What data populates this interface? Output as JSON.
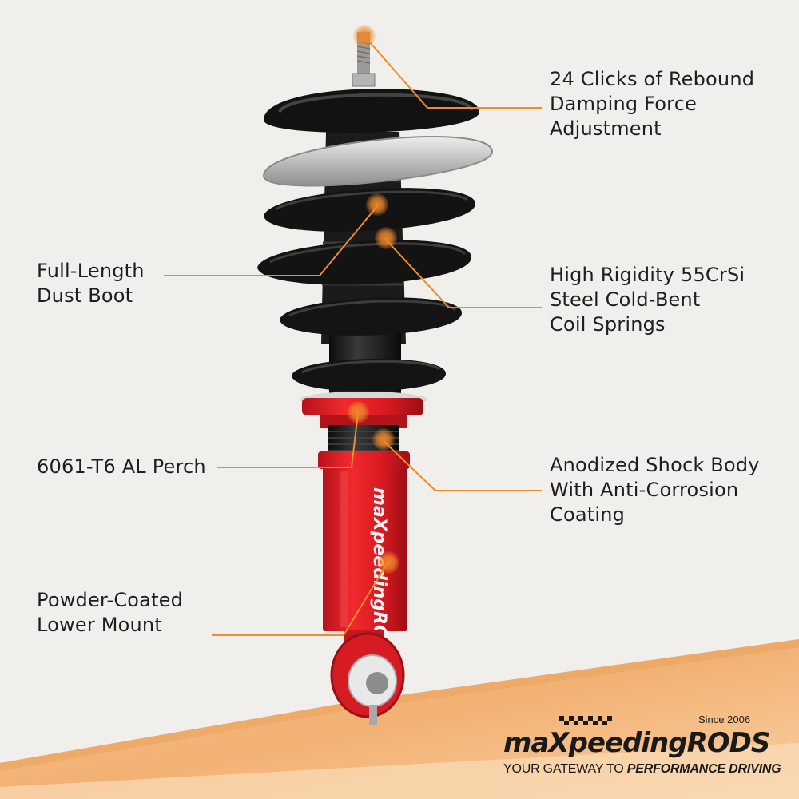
{
  "callouts": {
    "rebound": [
      "24 Clicks of Rebound",
      "Damping Force",
      "Adjustment"
    ],
    "dust_boot": [
      "Full-Length",
      "Dust Boot"
    ],
    "springs": [
      "High Rigidity 55CrSi",
      "Steel Cold-Bent",
      "Coil Springs"
    ],
    "perch": [
      "6061-T6 AL Perch"
    ],
    "shock_body": [
      "Anodized Shock Body",
      "With Anti-Corrosion",
      "Coating"
    ],
    "lower_mount": [
      "Powder-Coated",
      "Lower Mount"
    ]
  },
  "branding": {
    "logo_text": "maXpeedingRODS",
    "since": "Since 2006",
    "tagline_regular": "YOUR GATEWAY TO ",
    "tagline_bold": "PERFORMANCE DRIVING",
    "body_logo_text": "maXpeedingRODS"
  },
  "colors": {
    "accent": "#f08a2c",
    "shock_red": "#e21b23",
    "spring_black": "#151515",
    "spring_silver": "#c9c9c9",
    "background": "#f1efec"
  }
}
